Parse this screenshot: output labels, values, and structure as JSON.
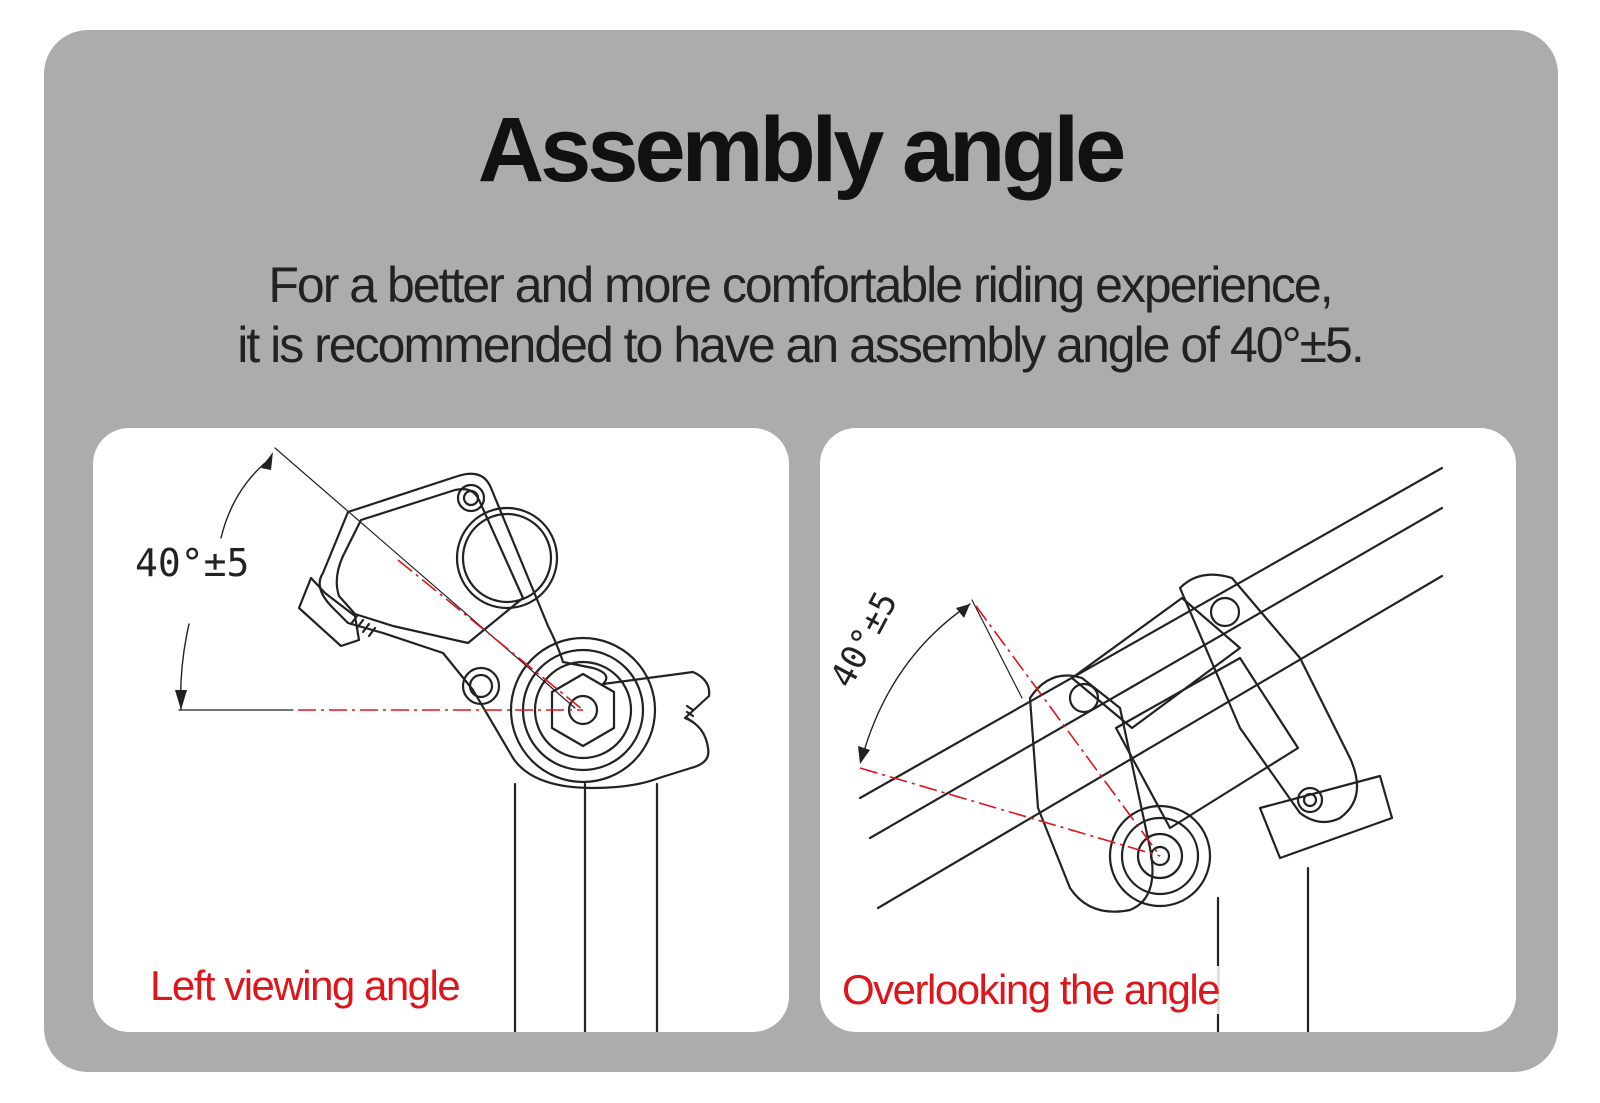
{
  "title": "Assembly angle",
  "subtitle": {
    "line1": "For a better and more comfortable riding experience,",
    "line2": "it is recommended to have an assembly angle of 40°±5."
  },
  "left_card": {
    "angle_label": "40°±5",
    "caption": "Left viewing angle"
  },
  "right_card": {
    "angle_label": "40°±5",
    "caption": "Overlooking the angle"
  },
  "colors": {
    "panel": "#acacac",
    "card": "#ffffff",
    "caption": "#e0141b",
    "centerline": "#e0141b",
    "drawing": "#222222"
  }
}
